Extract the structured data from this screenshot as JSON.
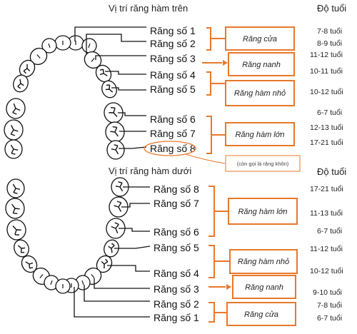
{
  "upper": {
    "title": "Vị trí răng hàm trên",
    "age_header": "Độ tuổi",
    "teeth": [
      {
        "label": "Răng số 1",
        "age": "7-8  tuổi"
      },
      {
        "label": "Răng số 2",
        "age": "8-9  tuổi"
      },
      {
        "label": "Răng số 3",
        "age": "11-12  tuổi"
      },
      {
        "label": "Răng số 4",
        "age": "10-11  tuổi"
      },
      {
        "label": "Răng số 5",
        "age": "10-12  tuổi"
      },
      {
        "label": "Răng số 6",
        "age": "6-7  tuổi"
      },
      {
        "label": "Răng số 7",
        "age": "12-13  tuổi"
      },
      {
        "label": "Răng số 8",
        "age": "17-21  tuổi"
      }
    ],
    "categories": [
      "Răng cửa",
      "Răng nanh",
      "Răng hàm nhỏ",
      "Răng hàm lớn"
    ],
    "note": "(còn gọi là răng khôn)"
  },
  "lower": {
    "title": "Vị trí răng hàm dưới",
    "age_header": "Độ tuổi",
    "teeth": [
      {
        "label": "Răng số 8",
        "age": "17-21  tuổi"
      },
      {
        "label": "Răng số 7",
        "age": "11-13  tuổi"
      },
      {
        "label": "Răng số 6",
        "age": "6-7  tuổi"
      },
      {
        "label": "Răng số 5",
        "age": "11-12  tuổi"
      },
      {
        "label": "Răng số 4",
        "age": "10-12  tuổi"
      },
      {
        "label": "Răng số 3",
        "age": "9-10  tuổi"
      },
      {
        "label": "Răng số 2",
        "age": "7-8  tuổi"
      },
      {
        "label": "Răng số 1",
        "age": "6-7  tuổi"
      }
    ],
    "categories": [
      "Răng hàm lớn",
      "Răng hàm nhỏ",
      "Răng nanh",
      "Răng cửa"
    ]
  },
  "colors": {
    "accent": "#e8782a",
    "line": "#111111"
  }
}
